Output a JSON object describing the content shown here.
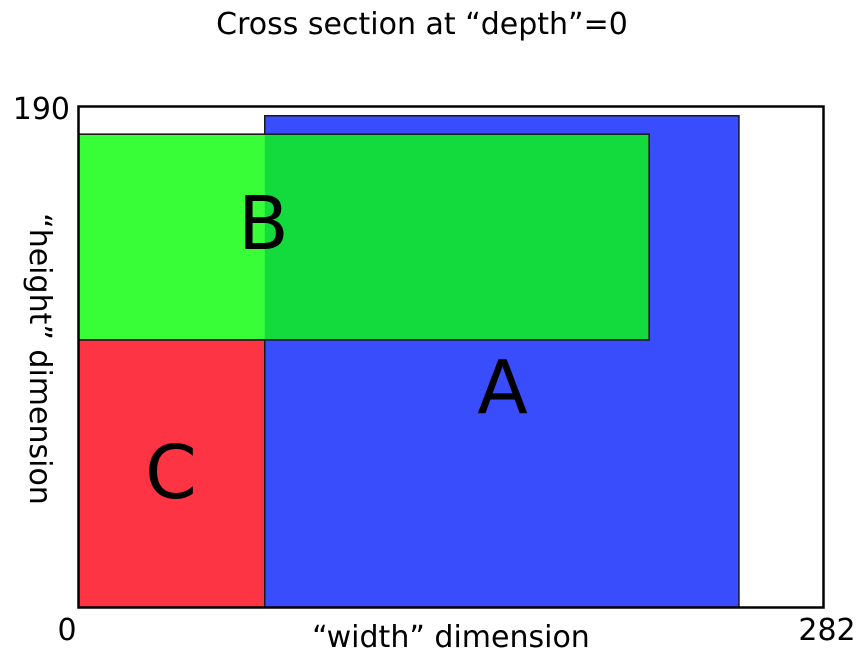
{
  "title": "Cross section at “depth”=0",
  "axes": {
    "x_label": "“width” dimension",
    "y_label": "“height” dimension",
    "x_min_label": "0",
    "x_max_label": "282",
    "y_max_label": "190",
    "x_range": [
      0,
      282
    ],
    "y_range": [
      0,
      190
    ]
  },
  "regions": [
    {
      "id": "A",
      "label": "A",
      "color": "#3a4dfc",
      "x0": 70.5,
      "x1": 250,
      "y0": 0,
      "y1": 186.5
    },
    {
      "id": "C",
      "label": "C",
      "color": "#fd3443",
      "x0": 0,
      "x1": 70.5,
      "y0": 0,
      "y1": 101.5
    },
    {
      "id": "B",
      "label": "B",
      "color": "#38fe38",
      "overlap_color": "#14db3d",
      "x0": 0,
      "x1": 216,
      "y0": 101.5,
      "y1": 179.5
    }
  ]
}
